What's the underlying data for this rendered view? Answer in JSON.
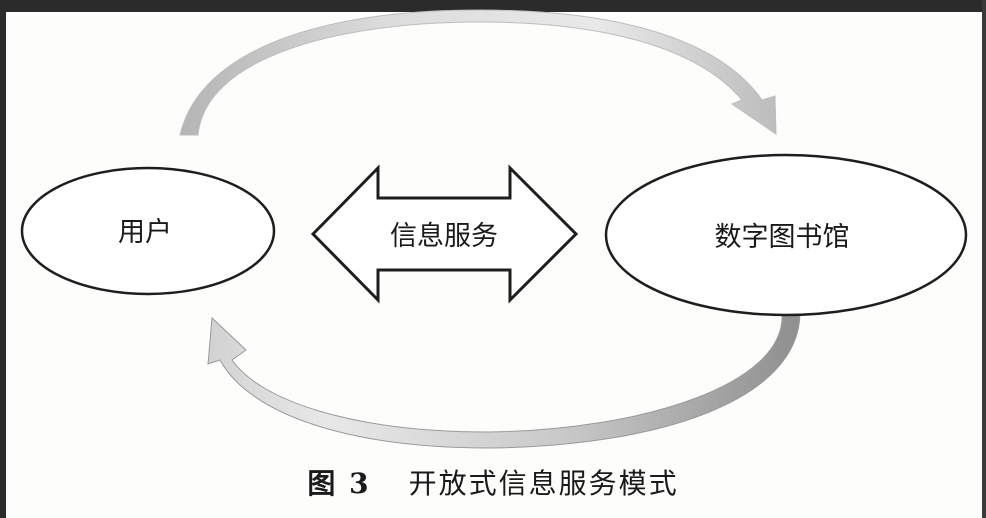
{
  "nodes": {
    "user": "用户",
    "service": "信息服务",
    "library": "数字图书馆"
  },
  "caption": {
    "figure_number": "图 3",
    "title": "开放式信息服务模式"
  },
  "colors": {
    "arrow_fill_light": "#e6e6e6",
    "arrow_fill_dark": "#9a9a9a",
    "outline": "#1e1e1e"
  }
}
